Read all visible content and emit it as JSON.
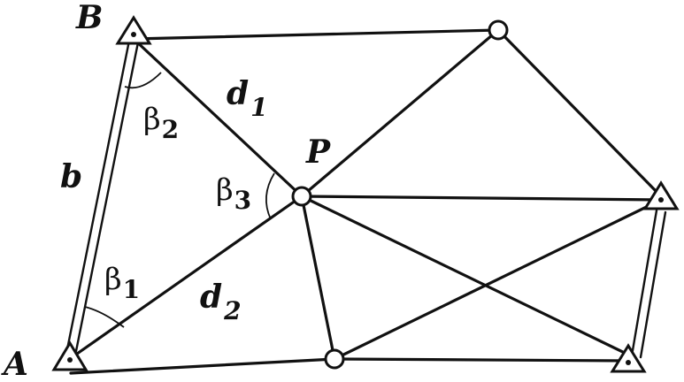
{
  "labels": {
    "B": "B",
    "A": "A",
    "P": "P",
    "b": "b",
    "d1_main": "d",
    "d1_sub": "1",
    "d2_main": "d",
    "d2_sub": "2",
    "beta": "β",
    "beta1_sub": "1",
    "beta2_sub": "2",
    "beta3_sub": "3"
  }
}
